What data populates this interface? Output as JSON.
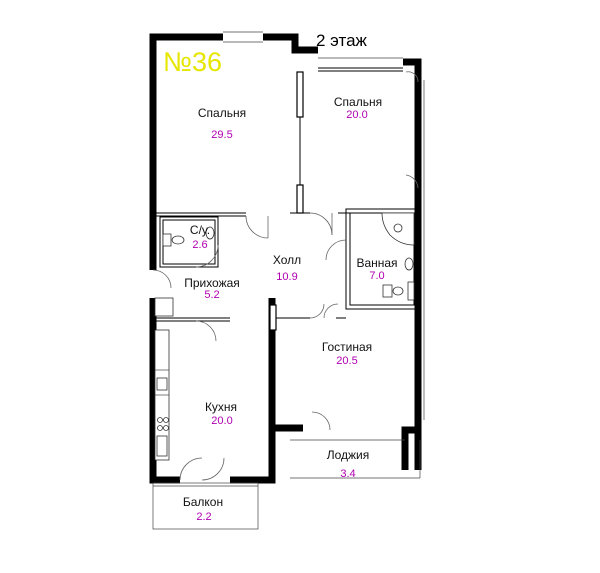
{
  "floor_label": "2 этаж",
  "apartment_number": "№36",
  "colors": {
    "apartment_number": "#e6e600",
    "area": "#b000b0",
    "wall": "#000000"
  },
  "rooms": [
    {
      "id": "bedroom-1",
      "name": "Спальня",
      "area": "29.5"
    },
    {
      "id": "bedroom-2",
      "name": "Спальня",
      "area": "20.0"
    },
    {
      "id": "wc",
      "name": "С/у.",
      "area": "2.6"
    },
    {
      "id": "hall",
      "name": "Холл",
      "area": "10.9"
    },
    {
      "id": "bathroom",
      "name": "Ванная",
      "area": "7.0"
    },
    {
      "id": "entrance",
      "name": "Прихожая",
      "area": "5.2"
    },
    {
      "id": "living-room",
      "name": "Гостиная",
      "area": "20.5"
    },
    {
      "id": "kitchen",
      "name": "Кухня",
      "area": "20.0"
    },
    {
      "id": "loggia",
      "name": "Лоджия",
      "area": "3.4"
    },
    {
      "id": "balcony",
      "name": "Балкон",
      "area": "2.2"
    }
  ]
}
